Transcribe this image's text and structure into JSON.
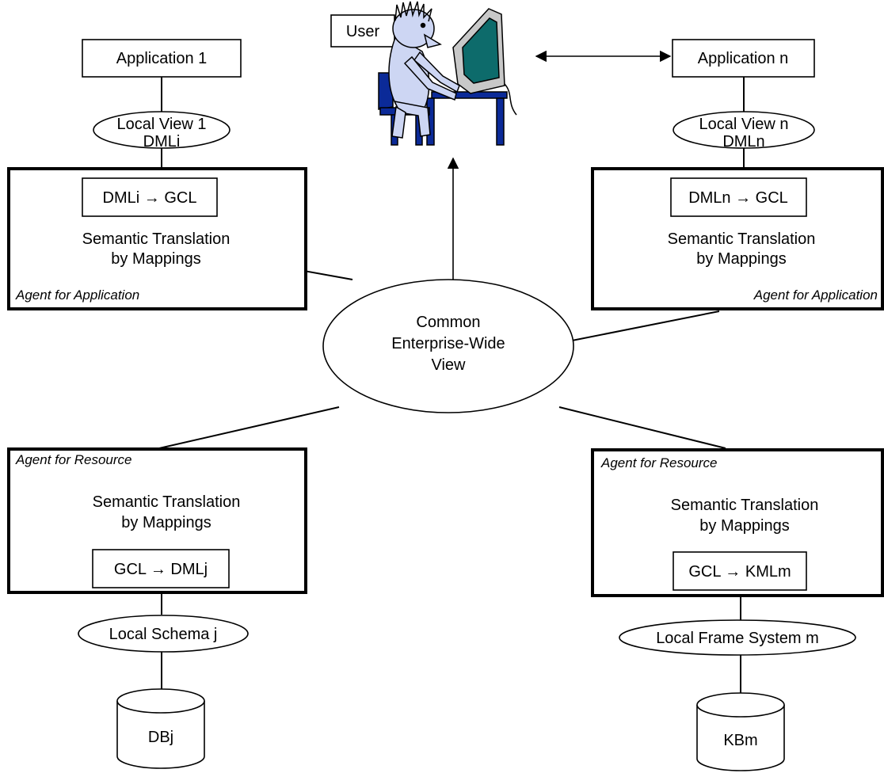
{
  "user_label": "User",
  "app_left": {
    "label": "Application 1"
  },
  "app_right": {
    "label": "Application n"
  },
  "view_left": {
    "line1": "Local View 1",
    "line2": "DMLi"
  },
  "view_right": {
    "line1": "Local View n",
    "line2": "DMLn"
  },
  "agent_app_left": {
    "mapping": "DMLi → GCL",
    "title_line1": "Semantic Translation",
    "title_line2": "by Mappings",
    "caption": "Agent for Application"
  },
  "agent_app_right": {
    "mapping": "DMLn → GCL",
    "title_line1": "Semantic Translation",
    "title_line2": "by Mappings",
    "caption": "Agent for Application"
  },
  "common_view": {
    "line1": "Common",
    "line2": "Enterprise-Wide",
    "line3": "View"
  },
  "agent_res_left": {
    "caption": "Agent for Resource",
    "title_line1": "Semantic Translation",
    "title_line2": "by Mappings",
    "mapping": "GCL → DMLj"
  },
  "agent_res_right": {
    "caption": "Agent for Resource",
    "title_line1": "Semantic Translation",
    "title_line2": "by Mappings",
    "mapping": "GCL → KMLm"
  },
  "schema_left": {
    "label": "Local Schema j"
  },
  "schema_right": {
    "label": "Local Frame System m"
  },
  "db_left": {
    "label": "DBj"
  },
  "db_right": {
    "label": "KBm"
  },
  "colors": {
    "figure_body": "#cdd6f3",
    "monitor_screen": "#0d6b6b",
    "furniture": "#0b2a98"
  }
}
